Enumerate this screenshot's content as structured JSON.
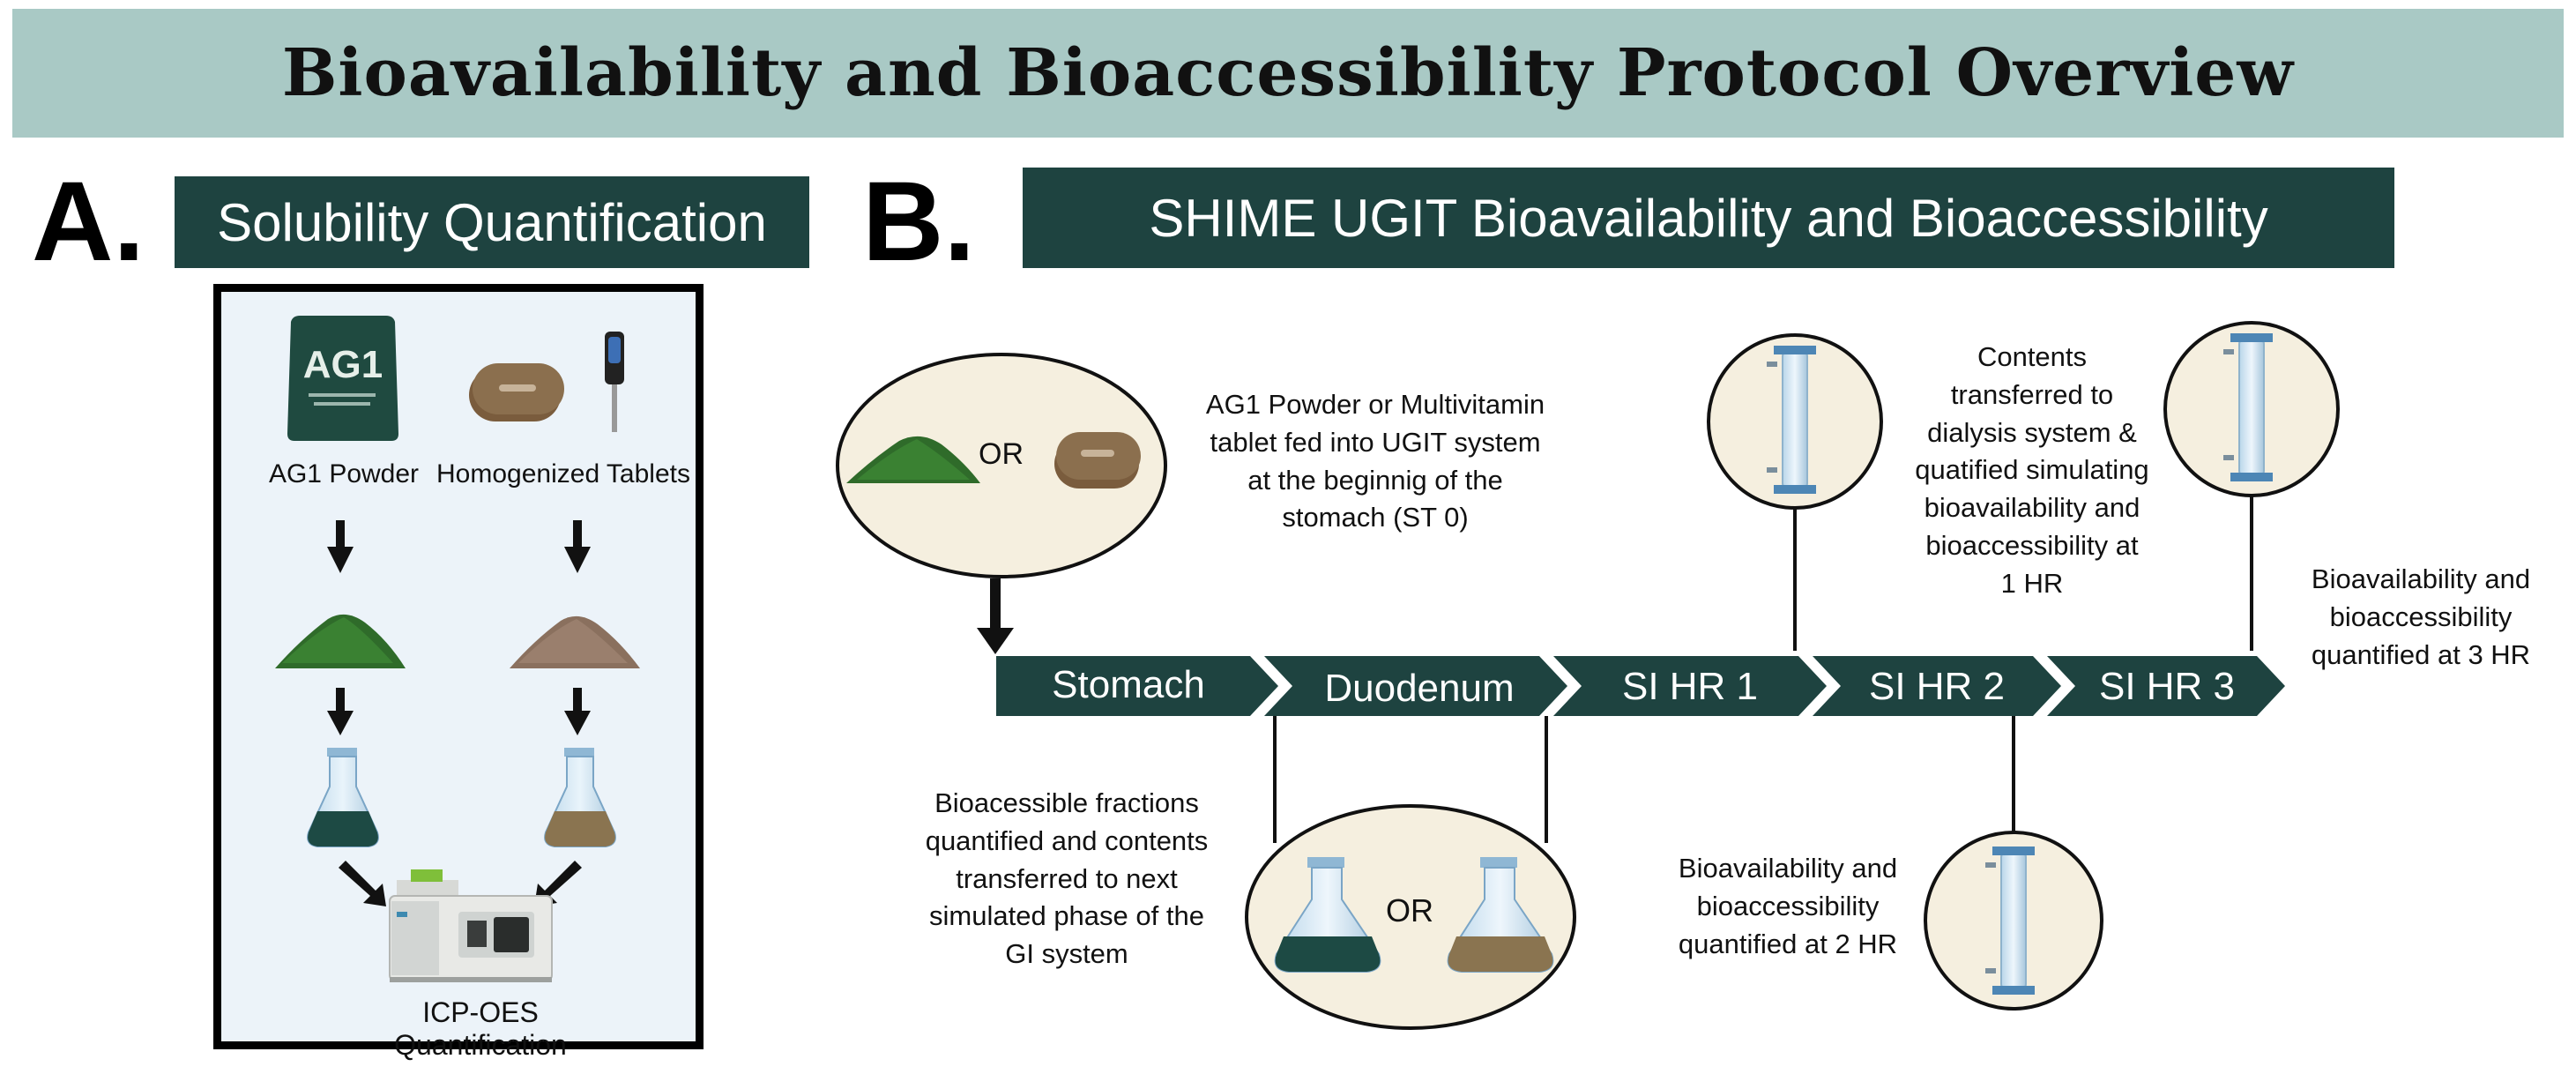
{
  "title": "Bioavailability and Bioaccessibility  Protocol Overview",
  "panel_a": {
    "letter": "A.",
    "header": "Solubility Quantification",
    "items": [
      {
        "label": "AG1 Powder",
        "icon": "ag1-pouch-icon"
      },
      {
        "label": "Homogenized Tablets",
        "icon": "tablet-homogenizer-icon"
      }
    ],
    "pouch_logo": "AG1",
    "instrument_label": "ICP-OES  Quantification"
  },
  "panel_b": {
    "letter": "B.",
    "header": "SHIME UGIT Bioavailability and Bioaccessibility",
    "feed_or": "OR",
    "feed_text": [
      "AG1 Powder or Multivitamin",
      "tablet fed into UGIT system",
      "at the beginnig of the",
      "stomach (ST 0)"
    ],
    "phases": [
      "Stomach",
      "Duodenum",
      "SI HR 1",
      "SI HR 2",
      "SI HR 3"
    ],
    "dialysis_1hr_text": [
      "Contents",
      "transferred to",
      "dialysis system &",
      "quatified simulating",
      "bioavailability and",
      "bioaccessibility at",
      "1 HR"
    ],
    "dialysis_3hr_text": [
      "Bioavailability and",
      "bioaccessibility",
      "quantified at 3 HR"
    ],
    "dialysis_2hr_text": [
      "Bioavailability and",
      "bioaccessibility",
      "quantified at 2 HR"
    ],
    "fraction_text": [
      "Bioacessible fractions",
      "quantified and contents",
      "transferred to next",
      "simulated phase of the",
      "GI system"
    ],
    "flask_or": "OR"
  },
  "colors": {
    "banner": "#a9c9c5",
    "header": "#1e4340",
    "panel_bg": "#ecf3f9",
    "circle_fill": "#f5efdf",
    "powder_green": "#2f6b2a",
    "tablet_brown": "#8b6f4e"
  }
}
